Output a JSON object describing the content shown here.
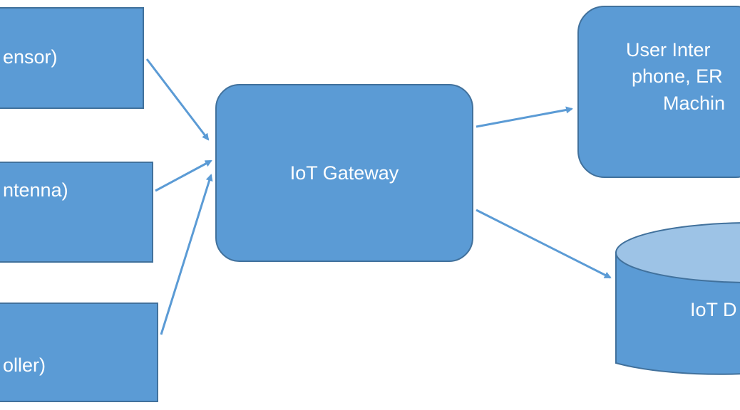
{
  "nodes": {
    "src1": {
      "label": "ensor)"
    },
    "src2": {
      "label": "ntenna)"
    },
    "src3": {
      "label": "oller)"
    },
    "gateway": {
      "label": "IoT Gateway"
    },
    "ui": {
      "line1": "User Inter",
      "line2": "phone, ER",
      "line3": "Machin"
    },
    "db": {
      "label": "IoT D"
    }
  },
  "colors": {
    "box_fill": "#5b9bd5",
    "box_border": "#41719c",
    "db_top": "#9dc3e6",
    "arrow": "#5b9bd5",
    "text": "#ffffff"
  }
}
